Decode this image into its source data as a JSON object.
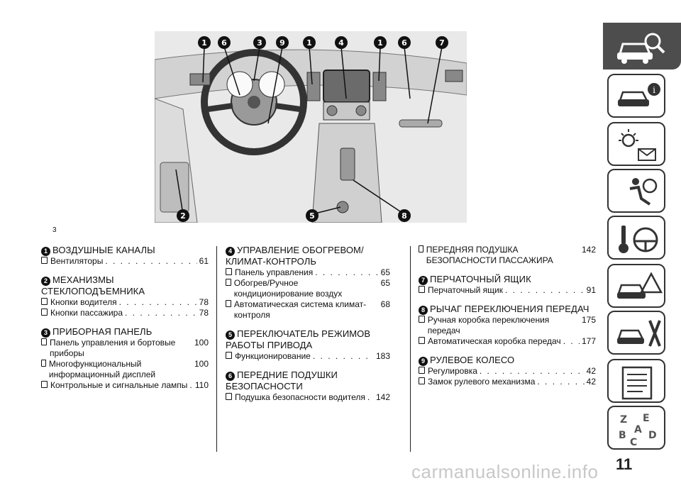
{
  "figure": {
    "number": "3",
    "callouts": [
      "1",
      "6",
      "3",
      "9",
      "1",
      "4",
      "1",
      "6",
      "7",
      "2",
      "5",
      "8"
    ]
  },
  "sections": [
    {
      "col": 1,
      "num": "1",
      "title": "ВОЗДУШНЫЕ КАНАЛЫ",
      "entries": [
        {
          "text": "Вентиляторы",
          "page": "61"
        }
      ]
    },
    {
      "col": 1,
      "num": "2",
      "title": "МЕХАНИЗМЫ СТЕКЛОПОДЪЕМНИКА",
      "entries": [
        {
          "text": "Кнопки водителя",
          "page": "78"
        },
        {
          "text": "Кнопки пассажира",
          "page": "78"
        }
      ]
    },
    {
      "col": 1,
      "num": "3",
      "title": "ПРИБОРНАЯ ПАНЕЛЬ",
      "entries": [
        {
          "text": "Панель управления и бортовые приборы",
          "page": "100"
        },
        {
          "text": "Многофункциональный информационный дисплей",
          "page": "100"
        },
        {
          "text": "Контрольные и сигнальные лампы",
          "page": "110"
        }
      ]
    },
    {
      "col": 2,
      "num": "4",
      "title": "УПРАВЛЕНИЕ ОБОГРЕВОМ/ КЛИМАТ-КОНТРОЛЬ",
      "entries": [
        {
          "text": "Панель управления",
          "page": "65"
        },
        {
          "text": "Обогрев/Ручное кондиционирование воздух",
          "page": "65"
        },
        {
          "text": "Автоматическая система климат-контроля",
          "page": "68"
        }
      ]
    },
    {
      "col": 2,
      "num": "5",
      "title": "ПЕРЕКЛЮЧАТЕЛЬ РЕЖИМОВ РАБОТЫ ПРИВОДА",
      "entries": [
        {
          "text": "Функционирование",
          "page": "183"
        }
      ]
    },
    {
      "col": 2,
      "num": "6",
      "title": "ПЕРЕДНИЕ ПОДУШКИ БЕЗОПАСНОСТИ",
      "entries": [
        {
          "text": "Подушка безопасности водителя",
          "page": "142"
        }
      ]
    },
    {
      "col": 3,
      "num": "",
      "title": "",
      "entries": [
        {
          "text": "ПЕРЕДНЯЯ ПОДУШКА БЕЗОПАСНОСТИ ПАССАЖИРА",
          "page": "142"
        }
      ]
    },
    {
      "col": 3,
      "num": "7",
      "title": "ПЕРЧАТОЧНЫЙ ЯЩИК",
      "entries": [
        {
          "text": "Перчаточный ящик",
          "page": "91"
        }
      ]
    },
    {
      "col": 3,
      "num": "8",
      "title": "РЫЧАГ ПЕРЕКЛЮЧЕНИЯ ПЕРЕДАЧ",
      "entries": [
        {
          "text": "Ручная коробка переключения передач",
          "page": "175"
        },
        {
          "text": "Автоматическая коробка передач",
          "page": "177"
        }
      ]
    },
    {
      "col": 3,
      "num": "9",
      "title": "РУЛЕВОЕ КОЛЕСО",
      "entries": [
        {
          "text": "Регулировка",
          "page": "42"
        },
        {
          "text": "Замок рулевого механизма",
          "page": "42"
        }
      ]
    }
  ],
  "sidebar": {
    "tabs": [
      "car-search-icon",
      "car-info-icon",
      "warning-lights-icon",
      "airbag-seat-icon",
      "key-steering-icon",
      "car-warning-triangle-icon",
      "car-tools-icon",
      "spec-list-icon",
      "alphabet-index-icon"
    ],
    "active_index": 0
  },
  "page_number": "11",
  "watermark": "carmanualsonline.info"
}
